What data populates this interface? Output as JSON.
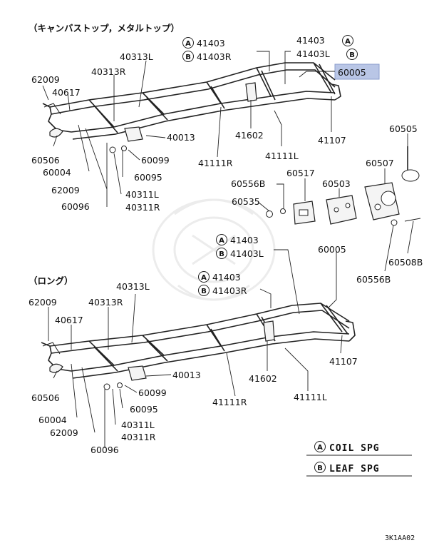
{
  "diagram": {
    "section_top_title": "（キャンバストップ，メタルトップ）",
    "section_bottom_title": "（ロング）",
    "highlight_color": "#b9c6e6",
    "top_labels": {
      "a_41403_left": "41403",
      "b_41403r_left": "41403R",
      "a_41403_right": "41403",
      "b_41403l_right": "41403L",
      "p60005": "60005",
      "p62009a": "62009",
      "p40617": "40617",
      "p40313l": "40313L",
      "p40313r": "40313R",
      "p60506": "60506",
      "p60004": "60004",
      "p62009b": "62009",
      "p60096": "60096",
      "p40013": "40013",
      "p60099": "60099",
      "p60095": "60095",
      "p40311l": "40311L",
      "p40311r": "40311R",
      "p41602": "41602",
      "p41111r": "41111R",
      "p41111l": "41111L",
      "p41107": "41107"
    },
    "hitch_labels": {
      "p60505": "60505",
      "p60507": "60507",
      "p60556b_top": "60556B",
      "p60517": "60517",
      "p60503": "60503",
      "p60535": "60535",
      "p60508b": "60508B",
      "p60556b_bottom": "60556B"
    },
    "bottom_labels": {
      "a_41403_upper": "41403",
      "b_41403l_upper": "41403L",
      "p60005": "60005",
      "a_41403_lower": "41403",
      "b_41403r_lower": "41403R",
      "p40313l": "40313L",
      "p62009a": "62009",
      "p40313r": "40313R",
      "p40617": "40617",
      "p60506": "60506",
      "p60004": "60004",
      "p62009b": "62009",
      "p60096": "60096",
      "p40013": "40013",
      "p60099": "60099",
      "p60095": "60095",
      "p40311l": "40311L",
      "p40311r": "40311R",
      "p41602": "41602",
      "p41111r": "41111R",
      "p41111l": "41111L",
      "p41107": "41107"
    },
    "legend": {
      "a_marker": "A",
      "a_text": "COIL SPG",
      "b_marker": "B",
      "b_text": "LEAF SPG"
    },
    "marker_a": "A",
    "marker_b": "B",
    "reference_code": "3K1AA02"
  }
}
